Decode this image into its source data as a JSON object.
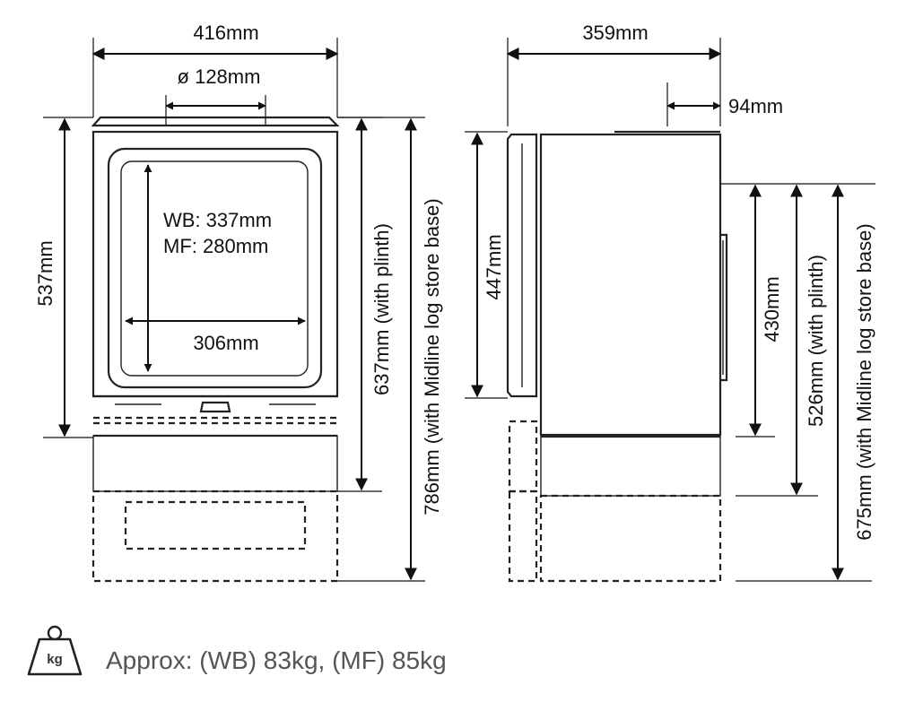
{
  "front_view": {
    "overall_width": "416mm",
    "flue_diameter": "ø 128mm",
    "height_stove": "537mm",
    "height_plinth": "637mm (with plinth)",
    "height_logstore": "786mm (with Midline log store base)",
    "window_height": "WB: 337mm",
    "window_height_mf": "MF: 280mm",
    "window_width": "306mm"
  },
  "side_view": {
    "overall_depth": "359mm",
    "flue_offset": "94mm",
    "height_front": "447mm",
    "height_outlet": "430mm",
    "height_outlet_plinth": "526mm (with plinth)",
    "height_outlet_logstore": "675mm (with Midline log store base)"
  },
  "weight": {
    "icon_label": "kg",
    "text": "Approx: (WB) 83kg, (MF) 85kg"
  },
  "colors": {
    "line": "#222222",
    "weight_text": "#555555"
  }
}
